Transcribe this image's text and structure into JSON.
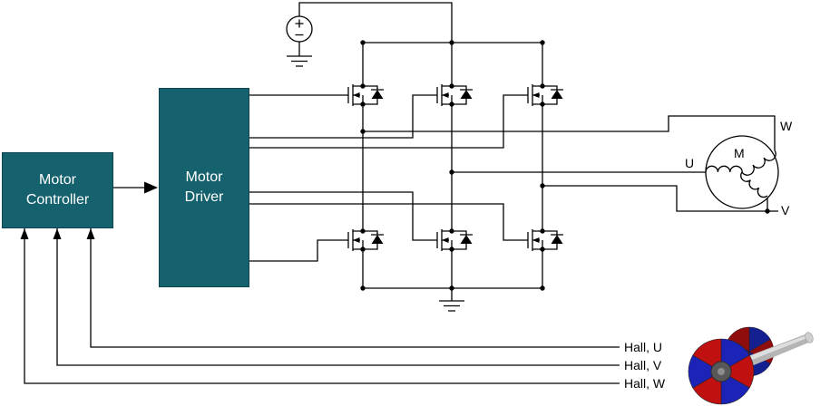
{
  "blocks": {
    "controller": {
      "line1": "Motor",
      "line2": "Controller"
    },
    "driver": {
      "line1": "Motor",
      "line2": "Driver"
    }
  },
  "motor": {
    "label": "M",
    "terminals": {
      "w": "W",
      "u": "U",
      "v": "V"
    }
  },
  "hall_labels": {
    "u": "Hall, U",
    "v": "Hall, V",
    "w": "Hall, W"
  },
  "colors": {
    "block_fill": "#15616D",
    "block_text": "#FFFFFF",
    "wire": "#000000",
    "magnet_red": "#C01010",
    "magnet_red_dark": "#8F0D0D",
    "magnet_blue": "#1C24B8",
    "magnet_blue_dark": "#141F90",
    "shaft_gray": "#B5B5B5"
  }
}
